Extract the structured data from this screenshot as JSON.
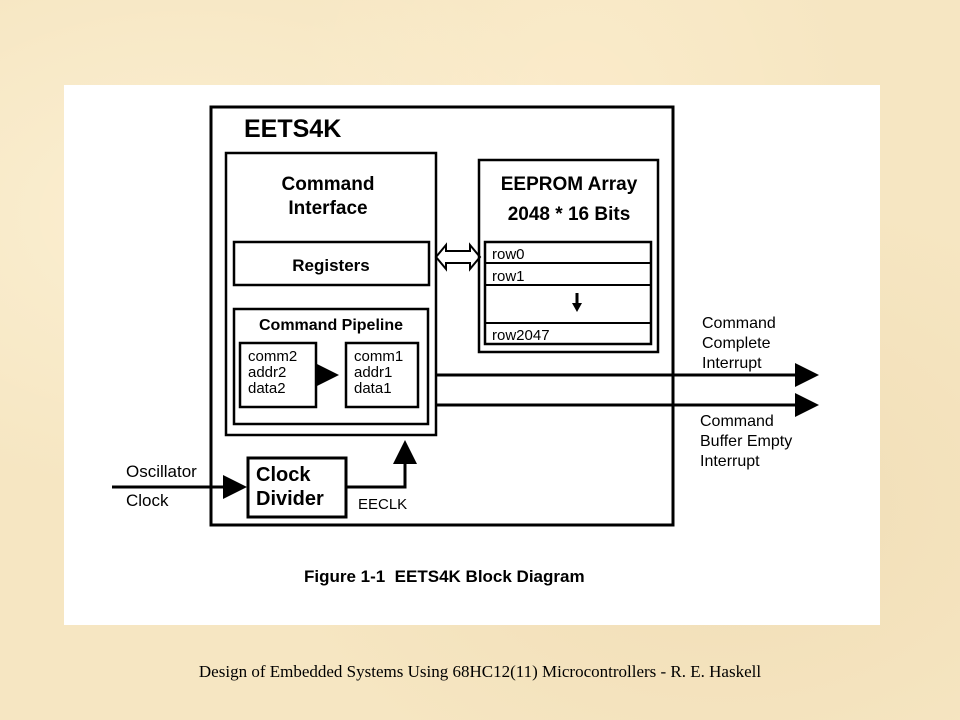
{
  "diagram": {
    "main_block": "EETS4K",
    "command_interface": {
      "line1": "Command",
      "line2": "Interface"
    },
    "registers": "Registers",
    "pipeline": {
      "title": "Command Pipeline",
      "stage2": [
        "comm2",
        "addr2",
        "data2"
      ],
      "stage1": [
        "comm1",
        "addr1",
        "data1"
      ]
    },
    "eeprom": {
      "line1": "EEPROM Array",
      "line2": "2048 * 16 Bits",
      "rows": [
        "row0",
        "row1",
        "row2047"
      ]
    },
    "clock_divider": {
      "line1": "Clock",
      "line2": "Divider"
    },
    "eeclk": "EECLK",
    "oscillator": {
      "line1": "Oscillator",
      "line2": "Clock"
    },
    "output_complete": [
      "Command",
      "Complete",
      "Interrupt"
    ],
    "output_buffer": [
      "Command",
      "Buffer Empty",
      "Interrupt"
    ],
    "caption": "Figure 1-1  EETS4K Block Diagram"
  },
  "footer": "Design of Embedded Systems Using 68HC12(11) Microcontrollers - R. E. Haskell"
}
